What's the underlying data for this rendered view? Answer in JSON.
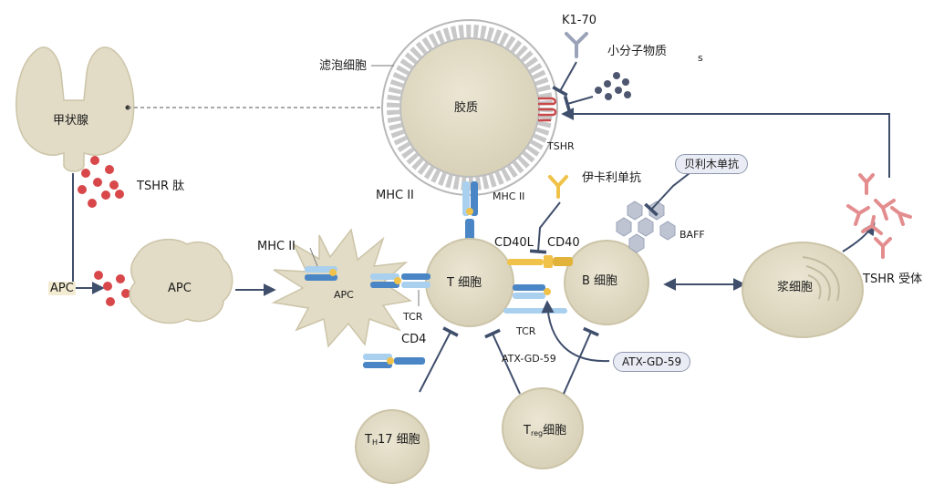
{
  "labels": {
    "thyroid": "甲状腺",
    "tshr_peptide": "TSHR 肽",
    "apc_left": "APC",
    "apc_cell": "APC",
    "apc_cell2": "APC",
    "follicle_cell": "滤泡细胞",
    "colloid": "胶质",
    "k170": "K1-70",
    "small_molecule": "小分子物质",
    "stray_s": "s",
    "tshr": "TSHR",
    "mhc2_top_left": "MHC II",
    "mhc2_top_right": "MHC II",
    "mhc2_apc": "MHC II",
    "ipilimumab": "伊卡利单抗",
    "belimumab": "贝利木单抗",
    "baff": "BAFF",
    "cd40l": "CD40L",
    "cd40": "CD40",
    "t_cell": "T 细胞",
    "b_cell": "B 细胞",
    "plasma_cell": "浆细胞",
    "tshr_receptor": "TSHR 受体",
    "tcr_left": "TCR",
    "tcr_right": "TCR",
    "cd4": "CD4",
    "atx_text": "ATX-GD-59",
    "atx_pill": "ATX-GD-59",
    "th17_t": "T",
    "th17_sub": "H",
    "th17_rest": "17 细胞",
    "treg_t": "T",
    "treg_sub": "reg",
    "treg_rest": "细胞"
  },
  "colors": {
    "cell_fill": "#e2dcc6",
    "cell_stroke": "#ccc4a8",
    "arrow": "#3f4e6b",
    "receptor_blue": "#4a86c5",
    "receptor_light": "#a9d0ee",
    "peptide_red": "#d8474a",
    "tshr_red": "#c9484a",
    "antibody_red": "#e38d8f",
    "antibody_gray": "#9aa3b8",
    "ipili_yellow": "#f0c24a"
  }
}
